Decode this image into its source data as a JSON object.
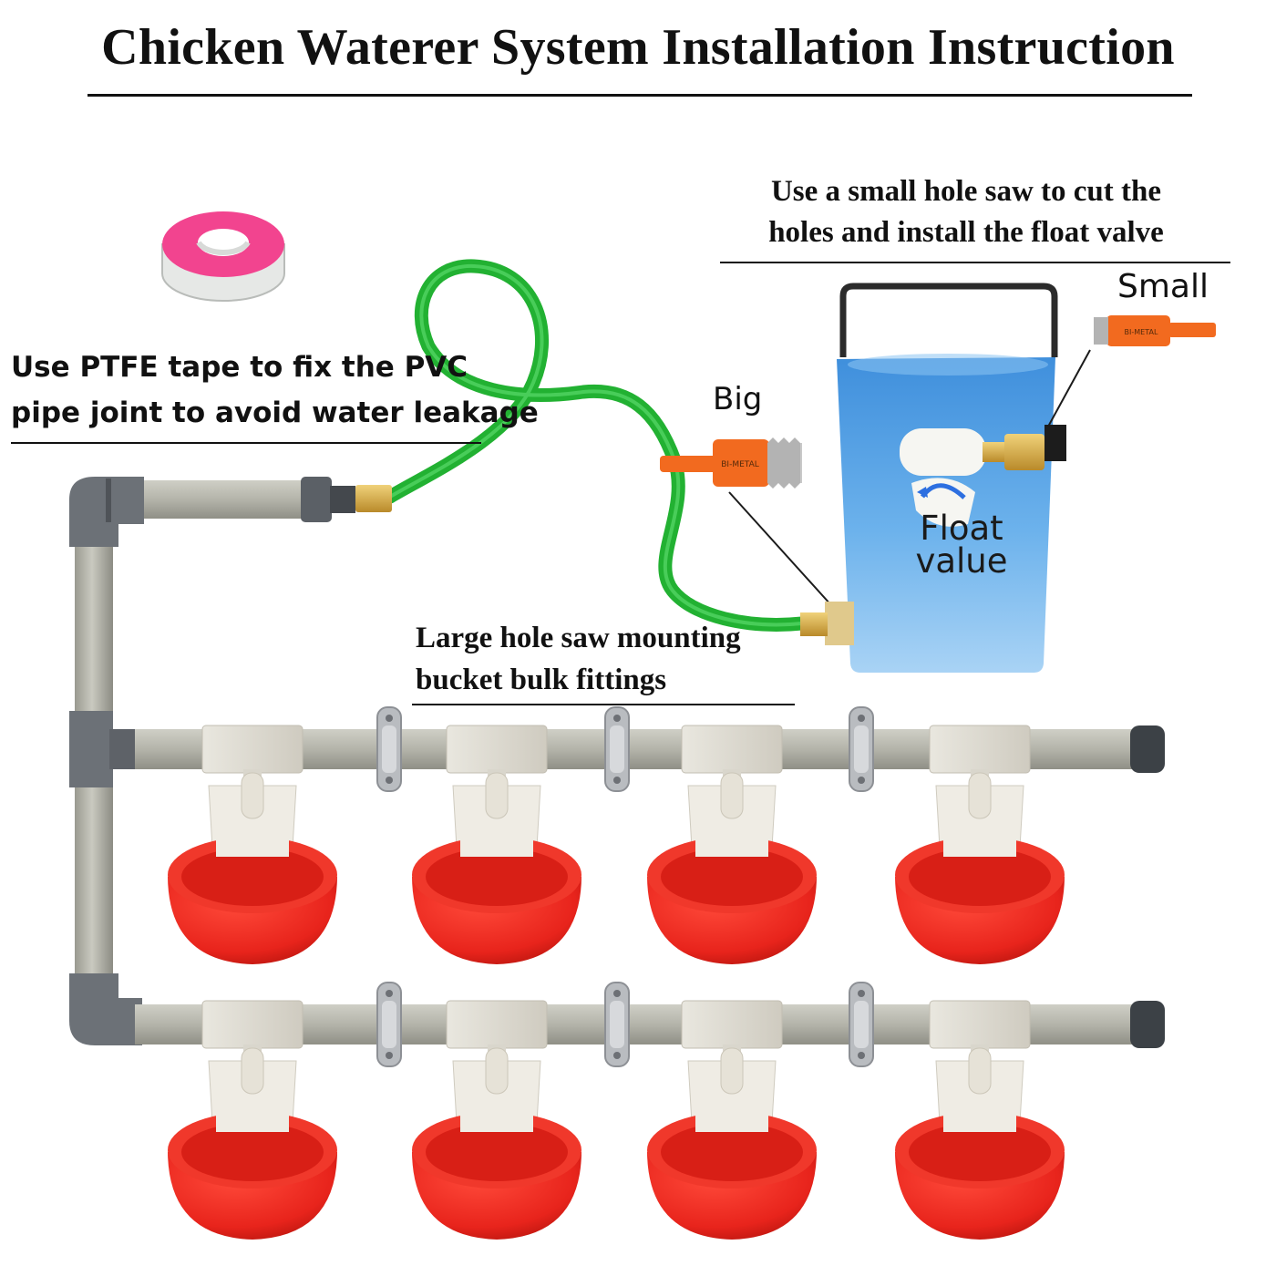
{
  "title": "Chicken Waterer System Installation Instruction",
  "notes": {
    "holesaw": [
      "Use a small hole saw to cut the",
      "holes and install the float valve"
    ],
    "ptfe": [
      "Use PTFE tape to fix the PVC",
      "pipe joint to avoid water leakage"
    ],
    "bulk": [
      "Large hole saw mounting",
      "bucket bulk fittings"
    ]
  },
  "labels": {
    "small": "Small",
    "big": "Big",
    "float_line1": "Float",
    "float_line2": "value"
  },
  "saw_imprint": "BI-METAL",
  "colors": {
    "hose": "#22b132",
    "pipe": "#b5b5ab",
    "elbow": "#6c7177",
    "cup": "#e8241c",
    "bucket": "#5aa7e6",
    "saw": "#f26a1f",
    "tape": "#f2448f"
  },
  "cup_rows": 2,
  "cups_per_row": 4
}
